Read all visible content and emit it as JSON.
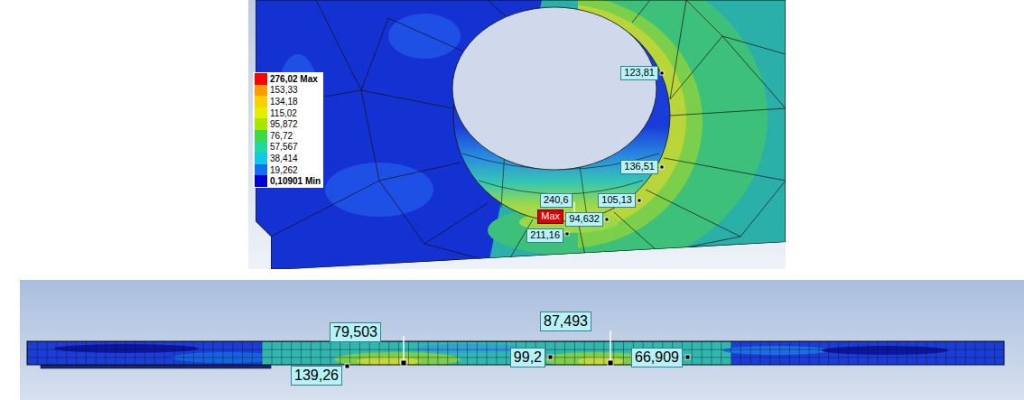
{
  "diagram": {
    "labels": [
      "123,81",
      "136,51",
      "240,6",
      "105,13",
      "Max",
      "94,632",
      "211,16",
      "79,503",
      "99,2",
      "87,493",
      "139,26",
      "66,909"
    ],
    "legend": [
      {
        "text": "276,02 Max",
        "color": "#ff0000"
      },
      {
        "text": "153,33",
        "color": "#ff9a00"
      },
      {
        "text": "134,18",
        "color": "#ffd000"
      },
      {
        "text": "115,02",
        "color": "#e4ee00"
      },
      {
        "text": "95,872",
        "color": "#a8e600"
      },
      {
        "text": "76,72",
        "color": "#3cd848"
      },
      {
        "text": "57,567",
        "color": "#20d8a0"
      },
      {
        "text": "38,414",
        "color": "#10c8e8"
      },
      {
        "text": "19,262",
        "color": "#1070f0"
      },
      {
        "text": "0,10901 Min",
        "color": "#0000d0"
      }
    ]
  }
}
